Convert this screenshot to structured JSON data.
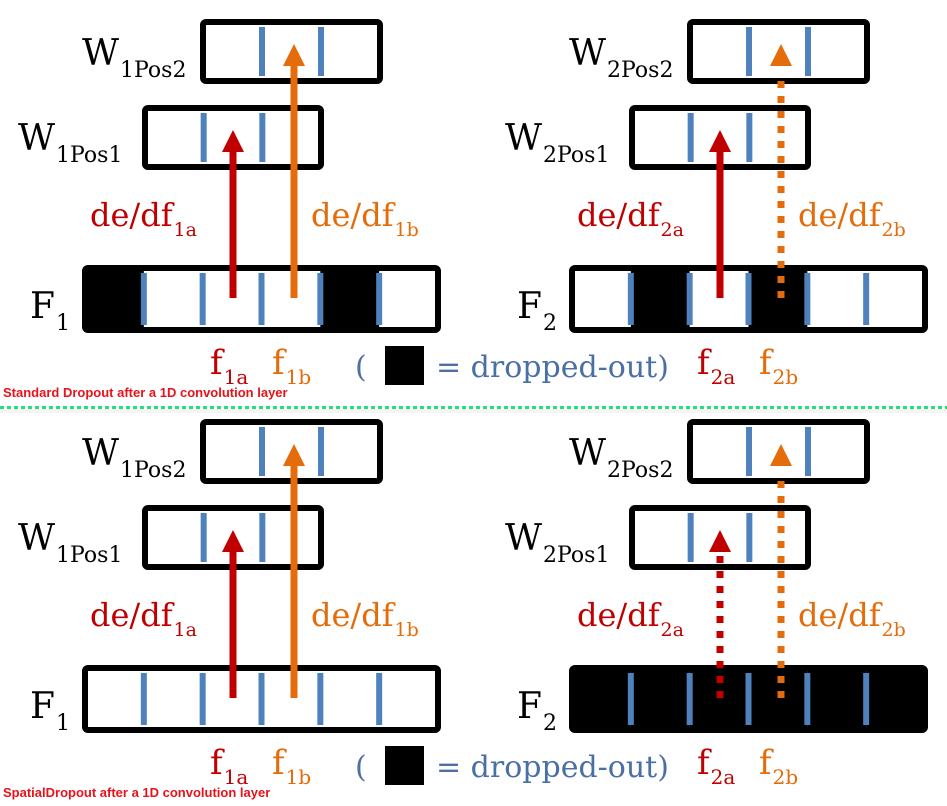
{
  "colors": {
    "grad_a": "#c00000",
    "grad_b": "#e46c0a",
    "divider": "#4f81bd",
    "legend_text": "#4a6fa5",
    "caption": "#e8121a",
    "separator": "#22e07a",
    "dropped": "#000000"
  },
  "legend": {
    "open_paren": "(",
    "equals_text": "= dropped-out)"
  },
  "panels": [
    {
      "id": "standard",
      "caption": "Standard Dropout after a 1D convolution layer",
      "filters": [
        {
          "feature_label": "F",
          "feature_sub": "1",
          "w_pos2_label": "W",
          "w_pos2_sub": "1Pos2",
          "w_pos1_label": "W",
          "w_pos1_sub": "1Pos1",
          "grad_a_label": "de/df",
          "grad_a_sub": "1a",
          "grad_b_label": "de/df",
          "grad_b_sub": "1b",
          "f_a_label": "f",
          "f_a_sub": "1a",
          "f_b_label": "f",
          "f_b_sub": "1b",
          "dropped_cells": [
            0,
            4
          ],
          "grad_a_dropped": false,
          "grad_b_dropped": false
        },
        {
          "feature_label": "F",
          "feature_sub": "2",
          "w_pos2_label": "W",
          "w_pos2_sub": "2Pos2",
          "w_pos1_label": "W",
          "w_pos1_sub": "2Pos1",
          "grad_a_label": "de/df",
          "grad_a_sub": "2a",
          "grad_b_label": "de/df",
          "grad_b_sub": "2b",
          "f_a_label": "f",
          "f_a_sub": "2a",
          "f_b_label": "f",
          "f_b_sub": "2b",
          "dropped_cells": [
            1,
            3
          ],
          "grad_a_dropped": false,
          "grad_b_dropped": true
        }
      ]
    },
    {
      "id": "spatial",
      "caption": "SpatialDropout after a 1D convolution layer",
      "filters": [
        {
          "feature_label": "F",
          "feature_sub": "1",
          "w_pos2_label": "W",
          "w_pos2_sub": "1Pos2",
          "w_pos1_label": "W",
          "w_pos1_sub": "1Pos1",
          "grad_a_label": "de/df",
          "grad_a_sub": "1a",
          "grad_b_label": "de/df",
          "grad_b_sub": "1b",
          "f_a_label": "f",
          "f_a_sub": "1a",
          "f_b_label": "f",
          "f_b_sub": "1b",
          "dropped_cells": [],
          "grad_a_dropped": false,
          "grad_b_dropped": false
        },
        {
          "feature_label": "F",
          "feature_sub": "2",
          "w_pos2_label": "W",
          "w_pos2_sub": "2Pos2",
          "w_pos1_label": "W",
          "w_pos1_sub": "2Pos1",
          "grad_a_label": "de/df",
          "grad_a_sub": "2a",
          "grad_b_label": "de/df",
          "grad_b_sub": "2b",
          "f_a_label": "f",
          "f_a_sub": "2a",
          "f_b_label": "f",
          "f_b_sub": "2b",
          "dropped_cells": [
            0,
            1,
            2,
            3,
            4,
            5
          ],
          "grad_a_dropped": true,
          "grad_b_dropped": true
        }
      ]
    }
  ]
}
